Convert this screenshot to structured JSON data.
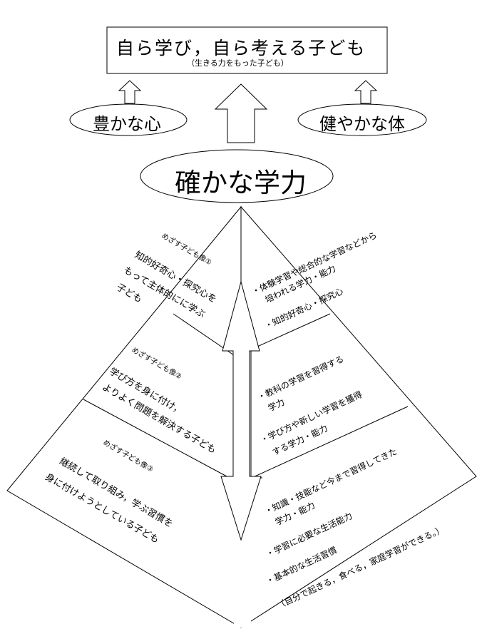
{
  "goal": {
    "title": "自ら学び，自ら考える子ども",
    "subtitle": "（生きる力をもった子ども）"
  },
  "pillars": {
    "left": "豊かな心",
    "right": "健やかな体",
    "center": "確かな学力"
  },
  "left_face": [
    {
      "heading": "めざす子ども像①",
      "lines": [
        "知的好奇心・探究心を",
        "もって主体的にに学ぶ",
        "子ども"
      ]
    },
    {
      "heading": "めざす子ども像②",
      "lines": [
        "学び方を身に付け，",
        "よりよく問題を解決する子ども"
      ]
    },
    {
      "heading": "めざす子ども像③",
      "lines": [
        "継続して取り組み，学ぶ習慣を",
        "身に付けようとしている子ども"
      ]
    }
  ],
  "right_face": [
    {
      "lines": [
        "・体験学習や総合的な学習などから",
        "　培われる学力・能力",
        "・知的好奇心・探究心"
      ]
    },
    {
      "lines": [
        "・教科の学習を習得する",
        "　学力",
        "・学び方や新しい学習を獲得",
        "　する学力・能力"
      ]
    },
    {
      "lines": [
        "・知識・技能など今まで習得してきた",
        "　学力・能力",
        "・学習に必要な生活能力",
        "・基本的な生活習慣",
        "（自分で起きる，食べる，家庭学習ができる。）"
      ]
    }
  ]
}
